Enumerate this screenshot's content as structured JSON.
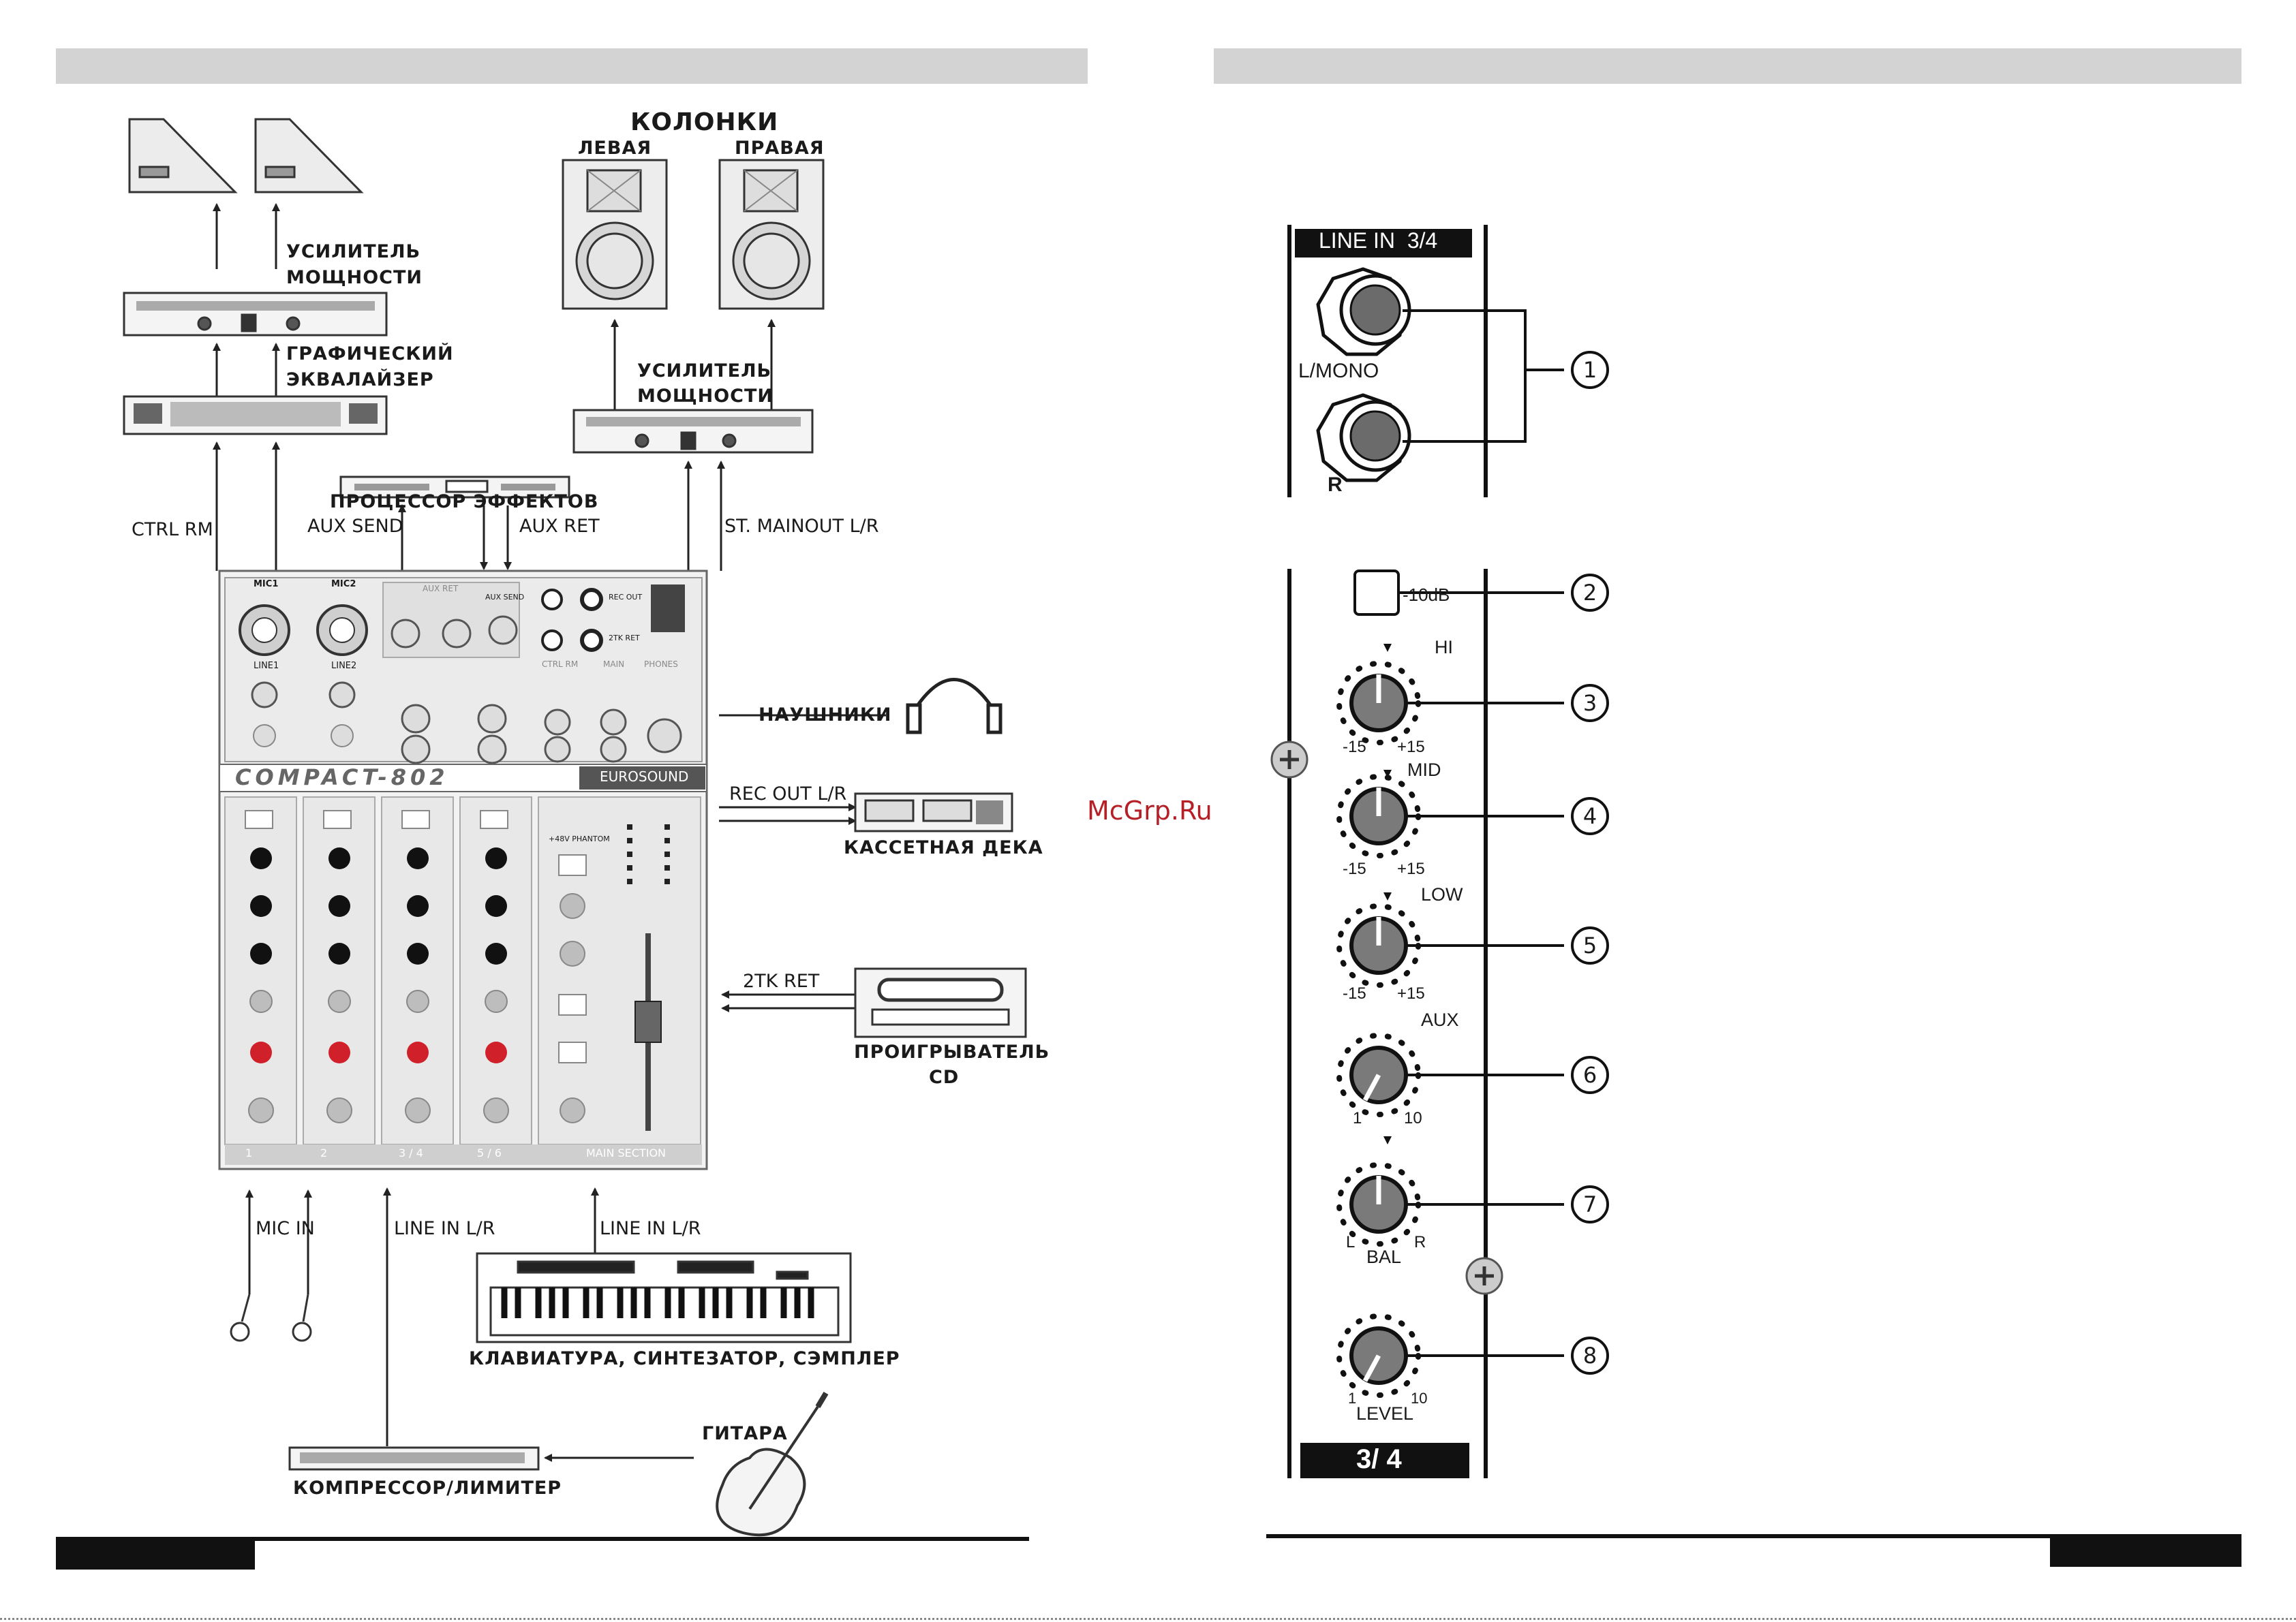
{
  "left_page": {
    "speakers_title": "КОЛОНКИ",
    "speaker_left": "ЛЕВАЯ",
    "speaker_right": "ПРАВАЯ",
    "amp_top_label_1": "УСИЛИТЕЛЬ",
    "amp_top_label_2": "МОЩНОСТИ",
    "eq_label_1": "ГРАФИЧЕСКИЙ",
    "eq_label_2": "ЭКВАЛАЙЗЕР",
    "amp_right_label_1": "УСИЛИТЕЛЬ",
    "amp_right_label_2": "МОЩНОСТИ",
    "fx_label": "ПРОЦЕССОР ЭФФЕКТОВ",
    "ctrl_rm": "CTRL RM",
    "aux_send": "AUX SEND",
    "aux_ret": "AUX RET",
    "st_mainout": "ST. MAINOUT L/R",
    "headphones": "НАУШНИКИ",
    "rec_out": "REC OUT L/R",
    "tape_deck": "КАССЕТНАЯ ДЕКА",
    "twotk_ret": "2TK RET",
    "cd_player_1": "ПРОИГРЫВАТЕЛЬ",
    "cd_player_2": "CD",
    "mic_in": "MIC IN",
    "line_in_1": "LINE IN L/R",
    "line_in_2": "LINE IN L/R",
    "keyboard": "КЛАВИАТУРА, СИНТЕЗАТОР, СЭМПЛЕР",
    "guitar": "ГИТАРА",
    "compressor": "КОМПРЕССОР/ЛИМИТЕР",
    "mixer": {
      "model": "COMPACT-802",
      "brand": "EUROSOUND",
      "mic1": "MIC1",
      "mic2": "MIC2",
      "line1": "LINE1",
      "line2": "LINE2",
      "aux_ret": "AUX RET",
      "aux_send": "AUX SEND",
      "rec_out": "REC OUT",
      "twotk_ret": "2TK RET",
      "ctrl_rm": "CTRL RM",
      "main": "MAIN",
      "phones": "PHONES",
      "main_section": "MAIN SECTION",
      "phantom": "+48V PHANTOM",
      "channels": [
        "1",
        "2",
        "3 / 4",
        "5 / 6"
      ]
    }
  },
  "watermark": "McGrp.Ru",
  "right_page": {
    "panel_title": "LINE IN  3/4",
    "jack_left": "L/MONO",
    "jack_right": "R",
    "pad": "-10dB",
    "hi": "HI",
    "mid": "MID",
    "low": "LOW",
    "aux": "AUX",
    "bal": "BAL",
    "level": "LEVEL",
    "eq_min": "-15",
    "eq_max": "+15",
    "aux_min": "1",
    "aux_max": "10",
    "bal_l": "L",
    "bal_r": "R",
    "level_min": "1",
    "level_max": "10",
    "channel_label": "3/ 4",
    "callouts": [
      "1",
      "2",
      "3",
      "4",
      "5",
      "6",
      "7",
      "8"
    ]
  }
}
